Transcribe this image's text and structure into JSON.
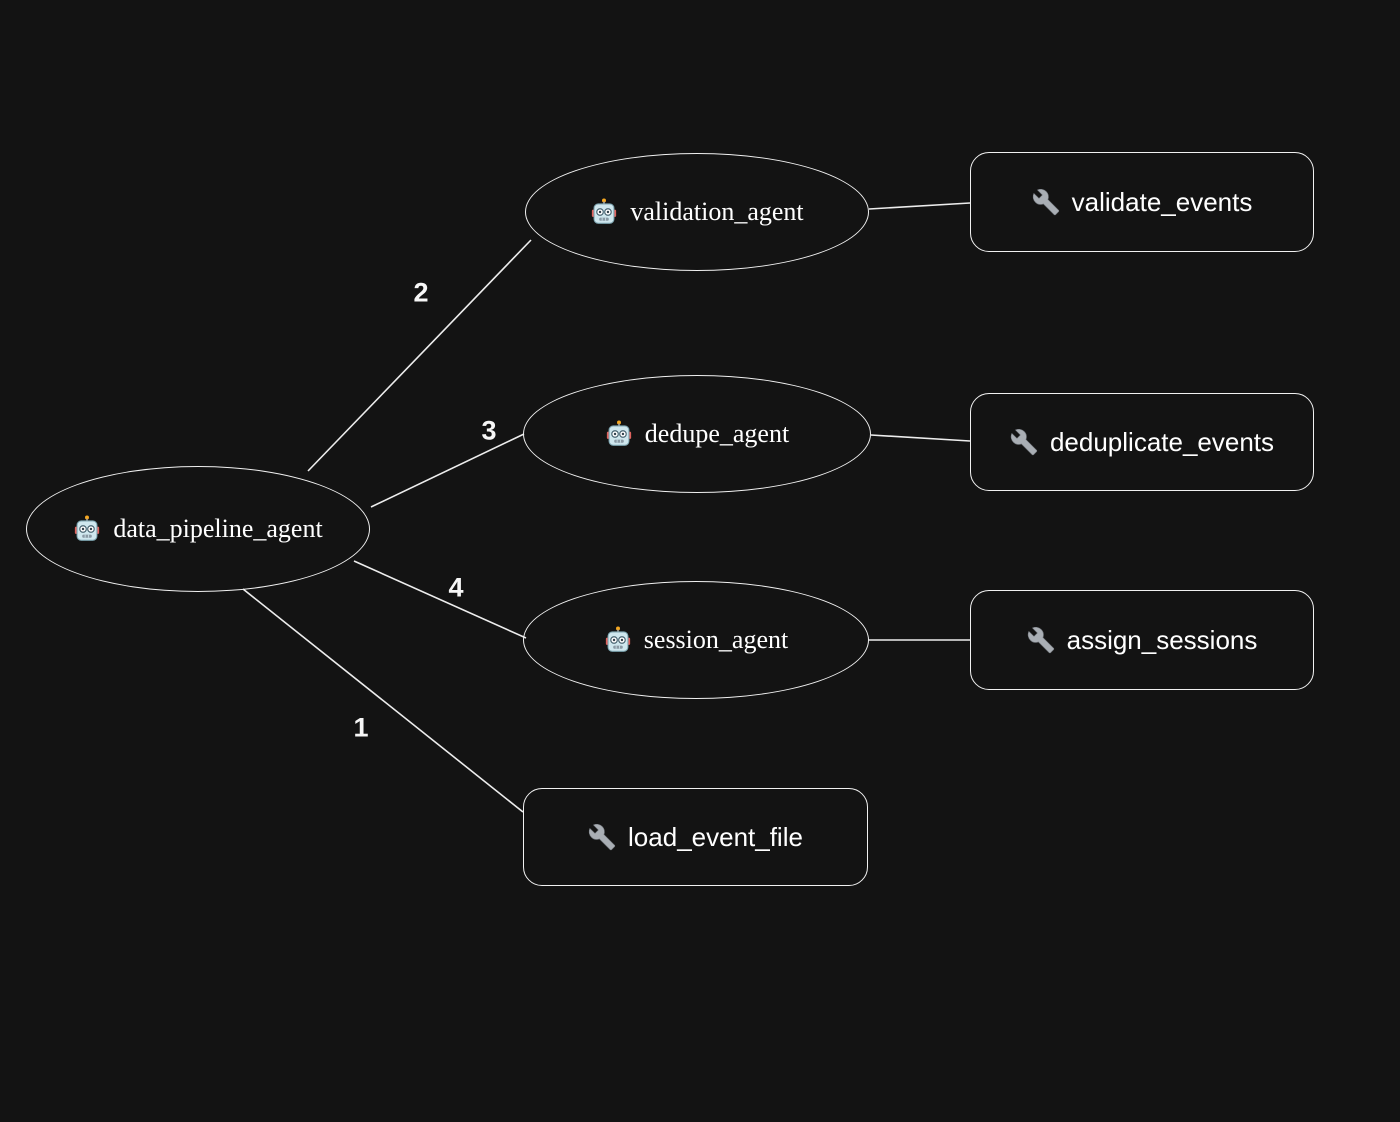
{
  "diagram": {
    "type": "agent-tool-graph",
    "background_color": "#131313",
    "stroke_color": "#ededed",
    "text_color": "#ffffff",
    "nodes": {
      "data_pipeline_agent": {
        "label": "data_pipeline_agent",
        "icon": "robot-icon",
        "shape": "ellipse"
      },
      "validation_agent": {
        "label": "validation_agent",
        "icon": "robot-icon",
        "shape": "ellipse"
      },
      "dedupe_agent": {
        "label": "dedupe_agent",
        "icon": "robot-icon",
        "shape": "ellipse"
      },
      "session_agent": {
        "label": "session_agent",
        "icon": "robot-icon",
        "shape": "ellipse"
      },
      "load_event_file": {
        "label": "load_event_file",
        "icon": "wrench-icon",
        "shape": "rounded-rect"
      },
      "validate_events": {
        "label": "validate_events",
        "icon": "wrench-icon",
        "shape": "rounded-rect"
      },
      "deduplicate_events": {
        "label": "deduplicate_events",
        "icon": "wrench-icon",
        "shape": "rounded-rect"
      },
      "assign_sessions": {
        "label": "assign_sessions",
        "icon": "wrench-icon",
        "shape": "rounded-rect"
      }
    },
    "edges": [
      {
        "from": "data_pipeline_agent",
        "to": "load_event_file",
        "label": "1"
      },
      {
        "from": "data_pipeline_agent",
        "to": "validation_agent",
        "label": "2"
      },
      {
        "from": "data_pipeline_agent",
        "to": "dedupe_agent",
        "label": "3"
      },
      {
        "from": "data_pipeline_agent",
        "to": "session_agent",
        "label": "4"
      },
      {
        "from": "validation_agent",
        "to": "validate_events",
        "label": ""
      },
      {
        "from": "dedupe_agent",
        "to": "deduplicate_events",
        "label": ""
      },
      {
        "from": "session_agent",
        "to": "assign_sessions",
        "label": ""
      }
    ]
  }
}
